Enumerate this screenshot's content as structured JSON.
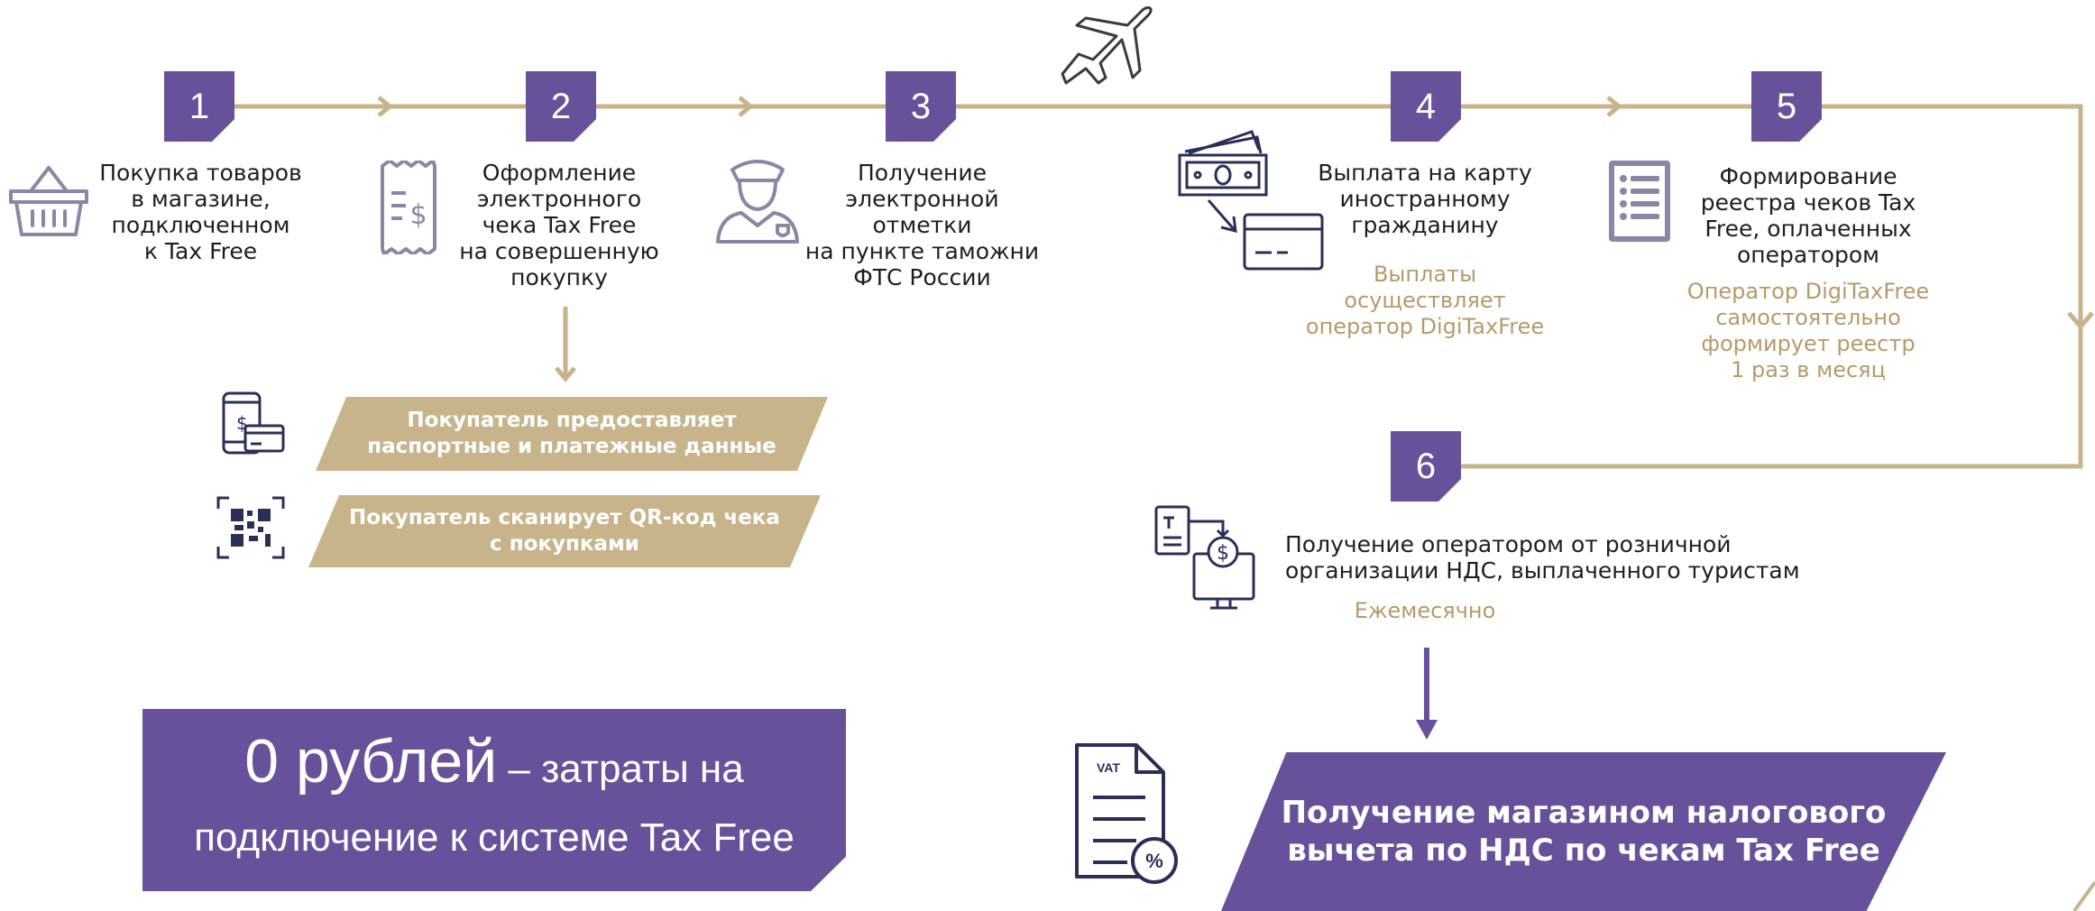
{
  "colors": {
    "purple": "#67519a",
    "gold": "#c8b48b",
    "gold_text": "#b59a6a",
    "navy": "#2b2f57",
    "icon_gray": "#8a87a6"
  },
  "steps": [
    {
      "number": "1",
      "text": "Покупка товаров\nв магазине,\nподключенном\nк Tax Free",
      "icon": "shopping-basket-icon"
    },
    {
      "number": "2",
      "text": "Оформление\nэлектронного\nчека Tax Free\nна совершенную\nпокупку",
      "icon": "receipt-icon"
    },
    {
      "number": "3",
      "text": "Получение\nэлектронной отметки\nна пункте таможни\nФТС России",
      "icon": "customs-officer-icon"
    },
    {
      "number": "4",
      "text": "Выплата на карту\nиностранному\nгражданину",
      "note": "Выплаты\nосуществляет\nоператор DigiTaxFree",
      "icon": "cash-to-card-icon"
    },
    {
      "number": "5",
      "text": "Формирование\nреестра чеков Tax\nFree, оплаченных\nоператором",
      "note": "Оператор DigiTaxFree\nсамостоятельно\nформирует реестр\n1 раз в месяц",
      "icon": "register-list-icon"
    },
    {
      "number": "6",
      "text": "Получение оператором от розничной\nорганизации НДС, выплаченного туристам",
      "note": "Ежемесячно",
      "icon": "vat-transfer-icon"
    }
  ],
  "sub_banners": [
    {
      "text": "Покупатель предоставляет\nпаспортные и платежные данные",
      "icon": "phone-card-icon"
    },
    {
      "text": "Покупатель сканирует QR-код чека\nс покупками",
      "icon": "qr-code-icon"
    }
  ],
  "cost_banner": {
    "big": "0 рублей",
    "small_1": " – затраты на",
    "small_2": "подключение к системе Tax Free"
  },
  "result_banner": {
    "text": "Получение магазином налогового\nвычета по НДС по чекам Tax Free"
  },
  "vat_document": {
    "label": "VAT",
    "percent": "%"
  },
  "plane_icon": "airplane-icon"
}
